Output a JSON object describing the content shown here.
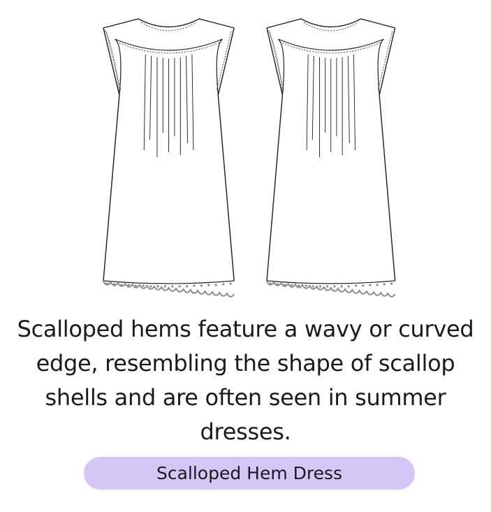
{
  "description": "Scalloped hems feature a wavy or curved edge, resembling the shape of scallop shells and are often seen in summer dresses.",
  "label": "Scalloped Hem Dress",
  "colors": {
    "pill_background": "#d4c6f5",
    "line_art": "#222222",
    "scallop_trim": "#8c8c8c",
    "text": "#1a1a1a"
  },
  "illustration": {
    "views": [
      "front-view",
      "back-view"
    ]
  }
}
